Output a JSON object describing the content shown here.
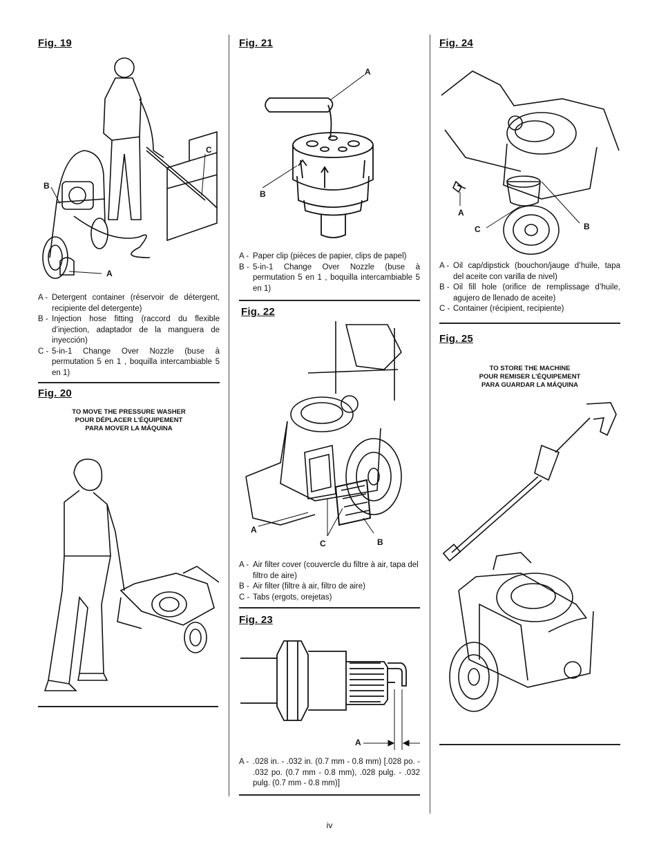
{
  "fig19": {
    "title": "Fig. 19",
    "callouts": {
      "a": "A",
      "b": "B",
      "c": "C"
    },
    "legend": [
      {
        "key": "A -",
        "text": "Detergent container (réservoir de détergent, recipiente del detergente)"
      },
      {
        "key": "B -",
        "text": "Injection hose fitting (raccord du flexible d’injection, adaptador de la manguera de inyección)"
      },
      {
        "key": "C -",
        "text": "5-in-1 Change Over Nozzle (buse à permutation 5 en 1 , boquilla intercambiable 5 en 1)"
      }
    ]
  },
  "fig20": {
    "title": "Fig. 20",
    "caption": [
      "TO MOVE THE PRESSURE WASHER",
      "POUR DÉPLACER L’ÉQUIPEMENT",
      "PARA MOVER LA MÁQUINA"
    ]
  },
  "fig21": {
    "title": "Fig. 21",
    "callouts": {
      "a": "A",
      "b": "B"
    },
    "legend": [
      {
        "key": "A -",
        "text": "Paper clip (pièces de papier, clips de papel)"
      },
      {
        "key": "B -",
        "text": "5-in-1 Change Over Nozzle (buse à permutation 5 en 1 , boquilla intercambiable 5 en 1)"
      }
    ]
  },
  "fig22": {
    "title": "Fig. 22",
    "callouts": {
      "a": "A",
      "b": "B",
      "c": "C"
    },
    "legend": [
      {
        "key": "A -",
        "text": "Air filter cover (couvercle du filtre à air, tapa del filtro de aire)"
      },
      {
        "key": "B -",
        "text": "Air filter (filtre à air, filtro de aire)"
      },
      {
        "key": "C -",
        "text": "Tabs (ergots, orejetas)"
      }
    ]
  },
  "fig23": {
    "title": "Fig. 23",
    "callouts": {
      "a": "A"
    },
    "legend": [
      {
        "key": "A -",
        "text": ".028 in. - .032 in. (0.7 mm - 0.8 mm) [.028 po. - .032 po. (0.7 mm - 0.8 mm), .028 pulg. - .032 pulg. (0.7 mm - 0.8 mm)]"
      }
    ]
  },
  "fig24": {
    "title": "Fig. 24",
    "callouts": {
      "a": "A",
      "b": "B",
      "c": "C"
    },
    "legend": [
      {
        "key": "A -",
        "text": "Oil cap/dipstick (bouchon/jauge d’huile, tapa del aceite con varilla de nivel)"
      },
      {
        "key": "B -",
        "text": "Oil fill hole (orifice de remplissage d’huile, agujero de llenado de aceite)"
      },
      {
        "key": "C -",
        "text": "Container (récipient, recipiente)"
      }
    ]
  },
  "fig25": {
    "title": "Fig. 25",
    "caption": [
      "TO STORE THE MACHINE",
      "POUR REMISER L’ÉQUIPEMENT",
      "PARA GUARDAR LA MÁQUINA"
    ]
  },
  "page_number": "iv"
}
